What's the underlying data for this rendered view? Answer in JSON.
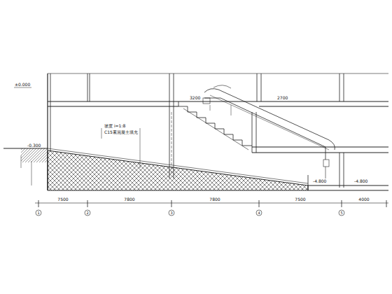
{
  "diagram": {
    "labels": [
      "±0.000",
      "-0.300",
      "3200",
      "2700",
      "坡度 i=1:8",
      "C15素混凝土填充",
      "-4.800",
      "-4.800",
      "7500",
      "7800",
      "7800",
      "7500",
      "4000",
      "1",
      "2",
      "3",
      "4",
      "5"
    ]
  }
}
